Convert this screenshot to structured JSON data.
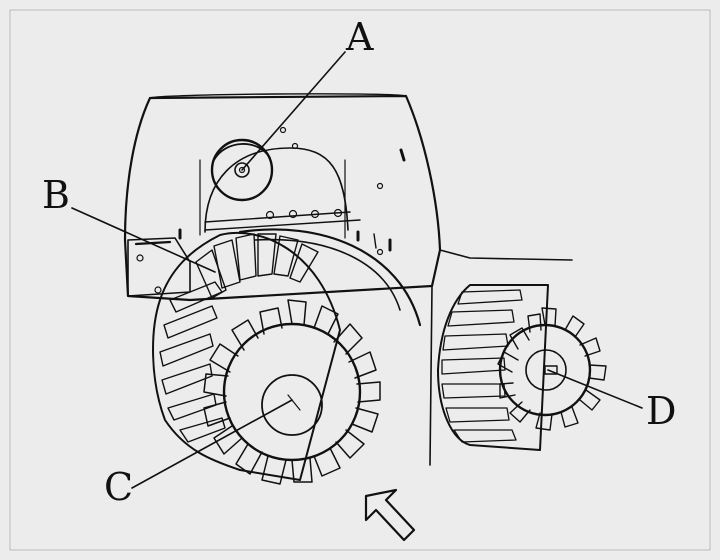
{
  "diagram": {
    "labels": {
      "a": "A",
      "b": "B",
      "c": "C",
      "d": "D"
    }
  },
  "colors": {
    "background": "#ececec",
    "ink": "#111111",
    "part_fill": "#ffffff",
    "shade": "#cfcfcf"
  }
}
